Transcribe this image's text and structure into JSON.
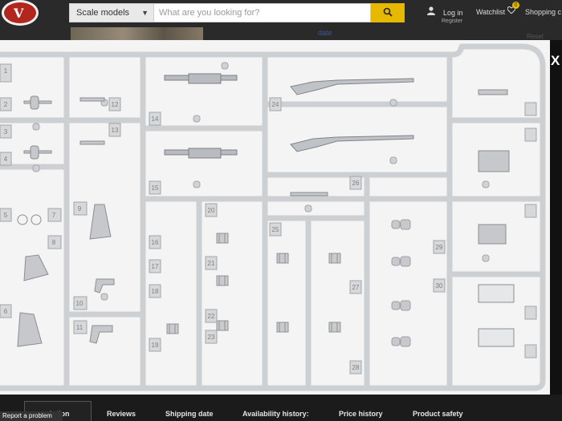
{
  "header": {
    "category_select": "Scale models",
    "search_placeholder": "What are you looking for?",
    "login": "Log in",
    "register": "Register",
    "watchlist": "Watchlist",
    "cart_count": "0",
    "cart": "Shopping c"
  },
  "background": {
    "date_link": "date",
    "reset": "Reset"
  },
  "modal": {
    "close": "X",
    "sprue_numbers": [
      "1",
      "2",
      "3",
      "4",
      "5",
      "6",
      "7",
      "8",
      "9",
      "10",
      "11",
      "12",
      "13",
      "14",
      "15",
      "16",
      "17",
      "18",
      "19",
      "20",
      "21",
      "22",
      "23",
      "24",
      "25",
      "26",
      "27",
      "28",
      "29",
      "30"
    ]
  },
  "tabs": {
    "description": "iption",
    "reviews": "Reviews",
    "shipping": "Shipping date",
    "availability": "Availability history:",
    "price_history": "Price history",
    "product_safety": "Product safety"
  },
  "report_problem": "Report a problem"
}
